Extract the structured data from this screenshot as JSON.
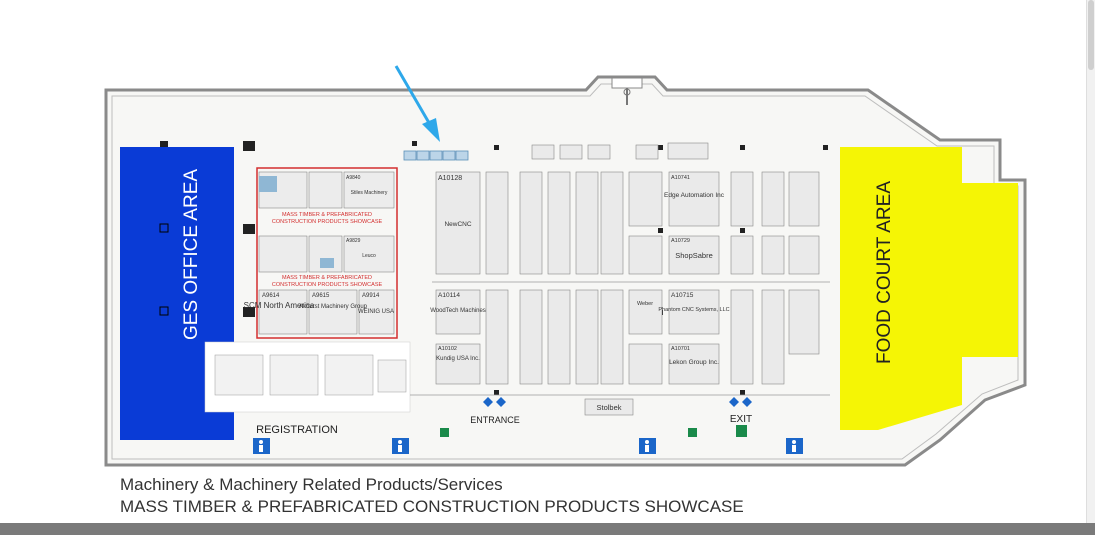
{
  "map": {
    "ges_office_label": "GES OFFICE AREA",
    "food_court_label": "FOOD COURT AREA",
    "showcase_label_line1": "MASS TIMBER & PREFABRICATED",
    "showcase_label_line2": "CONSTRUCTION PRODUCTS SHOWCASE",
    "registration_label": "REGISTRATION",
    "entrance_label": "ENTRANCE",
    "exit_label": "EXIT",
    "ges_color": "#0a3bd6",
    "food_color": "#f5f505",
    "showcase_border_color": "#d32f2f",
    "arrow_color": "#2ea8ea",
    "booths": [
      {
        "id": "A9614",
        "name": "SCM North America"
      },
      {
        "id": "A9615",
        "name": "Akhurst Machinery Group"
      },
      {
        "id": "A9914",
        "name": "WEINIG USA"
      },
      {
        "id": "A9840",
        "name": "Stiles Machinery"
      },
      {
        "id": "A9829",
        "name": "Leuco"
      },
      {
        "id": "A10128",
        "name": "NewCNC"
      },
      {
        "id": "A10114",
        "name": "WoodTech Machines"
      },
      {
        "id": "A10102",
        "name": "Kundig USA Inc."
      },
      {
        "id": "A10741",
        "name": "Edge Automation Inc"
      },
      {
        "id": "A10729",
        "name": "ShopSabre"
      },
      {
        "id": "A10715",
        "name": "Phantom CNC Systems, LLC"
      },
      {
        "id": "A10701",
        "name": "Lekon Group Inc."
      },
      {
        "id": "",
        "name": "Stolbek"
      },
      {
        "id": "",
        "name": "Weber"
      }
    ]
  },
  "legend": {
    "line1": "Machinery & Machinery Related Products/Services",
    "line2": "MASS TIMBER & PREFABRICATED CONSTRUCTION PRODUCTS SHOWCASE"
  }
}
